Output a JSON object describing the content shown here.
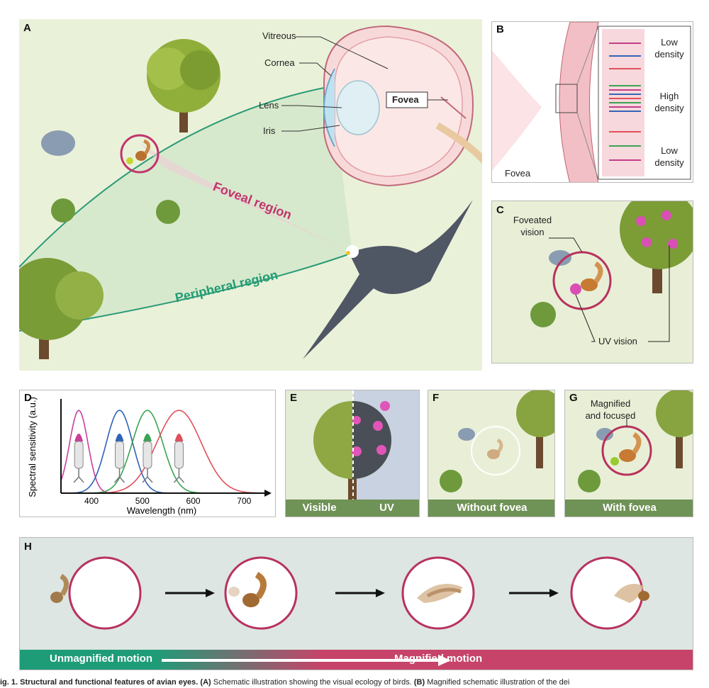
{
  "panels": {
    "A": {
      "label": "A",
      "vitreous": "Vitreous",
      "cornea": "Cornea",
      "lens": "Lens",
      "iris": "Iris",
      "fovea": "Fovea",
      "foveal_region": "Foveal region",
      "peripheral_region": "Peripheral region"
    },
    "B": {
      "label": "B",
      "fovea": "Fovea",
      "low_density_top_1": "Low",
      "low_density_top_2": "density",
      "high_density_1": "High",
      "high_density_2": "density",
      "low_density_bottom_1": "Low",
      "low_density_bottom_2": "density"
    },
    "C": {
      "label": "C",
      "foveated_1": "Foveated",
      "foveated_2": "vision",
      "uv_vision": "UV vision"
    },
    "D": {
      "label": "D",
      "ylabel": "Spectral sensitivity (a.u.)",
      "xlabel": "Wavelength (nm)"
    },
    "E": {
      "label": "E",
      "visible": "Visible",
      "uv": "UV"
    },
    "F": {
      "label": "F",
      "caption": "Without fovea"
    },
    "G": {
      "label": "G",
      "magnified_1": "Magnified",
      "magnified_2": "and focused",
      "caption": "With fovea"
    },
    "H": {
      "label": "H",
      "unmagnified": "Unmagnified motion",
      "magnified": "Magnified motion"
    }
  },
  "chart_data": {
    "type": "line",
    "title": "",
    "xlabel": "Wavelength (nm)",
    "ylabel": "Spectral sensitivity (a.u.)",
    "xlim": [
      340,
      740
    ],
    "ylim": [
      0,
      1
    ],
    "x_ticks": [
      400,
      500,
      600,
      700
    ],
    "series": [
      {
        "color": "#c8409a",
        "peak": 375,
        "width": 18,
        "values_peak": 1.0
      },
      {
        "color": "#2f63b8",
        "peak": 455,
        "width": 26,
        "values_peak": 1.0
      },
      {
        "color": "#3aa454",
        "peak": 510,
        "width": 30,
        "values_peak": 1.0
      },
      {
        "color": "#e0505a",
        "peak": 572,
        "width": 44,
        "values_peak": 1.0
      }
    ]
  },
  "caption": {
    "bold": "ig. 1. Structural and functional features of avian eyes.",
    "a_label": "(A)",
    "a_text": " Schematic illustration showing the visual ecology of birds.",
    "b_label": "(B)",
    "b_text": " Magnified schematic illustration of the dei"
  },
  "colors": {
    "foveal": "#c0356c",
    "peripheral": "#239c74",
    "panel_bg": "#e6efd3",
    "bar_green": "#6f9256",
    "circle": "#b8325e"
  }
}
